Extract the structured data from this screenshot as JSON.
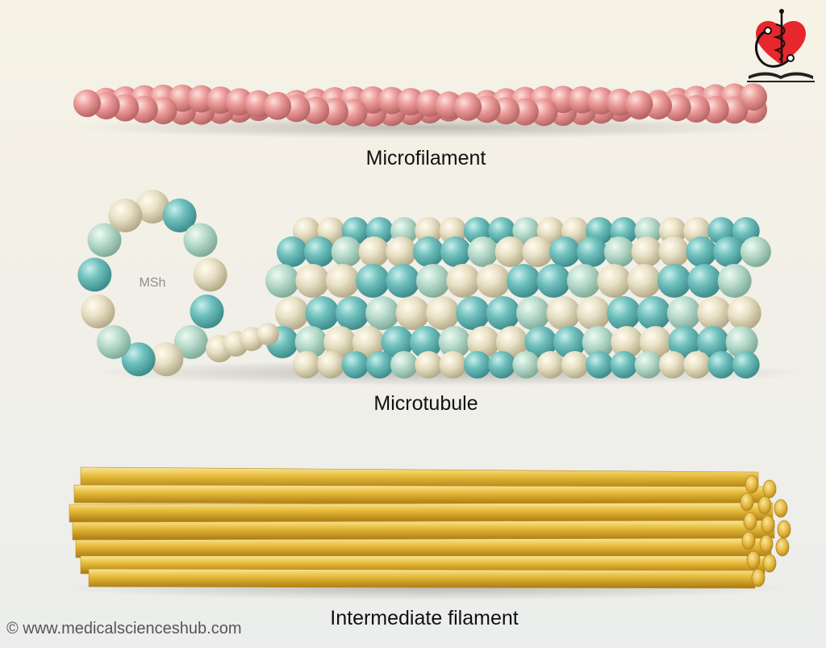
{
  "labels": {
    "microfilament": "Microfilament",
    "microtubule": "Microtubule",
    "intermediate_filament": "Intermediate filament",
    "ring_watermark": "MSh"
  },
  "footer": {
    "copyright": "© www.medicalscienceshub.com"
  },
  "colors": {
    "actin": "#eb9a98",
    "tubulin_teal": "#6fc0bd",
    "tubulin_mint": "#b9dccd",
    "tubulin_cream": "#e9e1c6",
    "intermediate_gold": "#e6bb3a",
    "logo_heart": "#e8262d"
  }
}
